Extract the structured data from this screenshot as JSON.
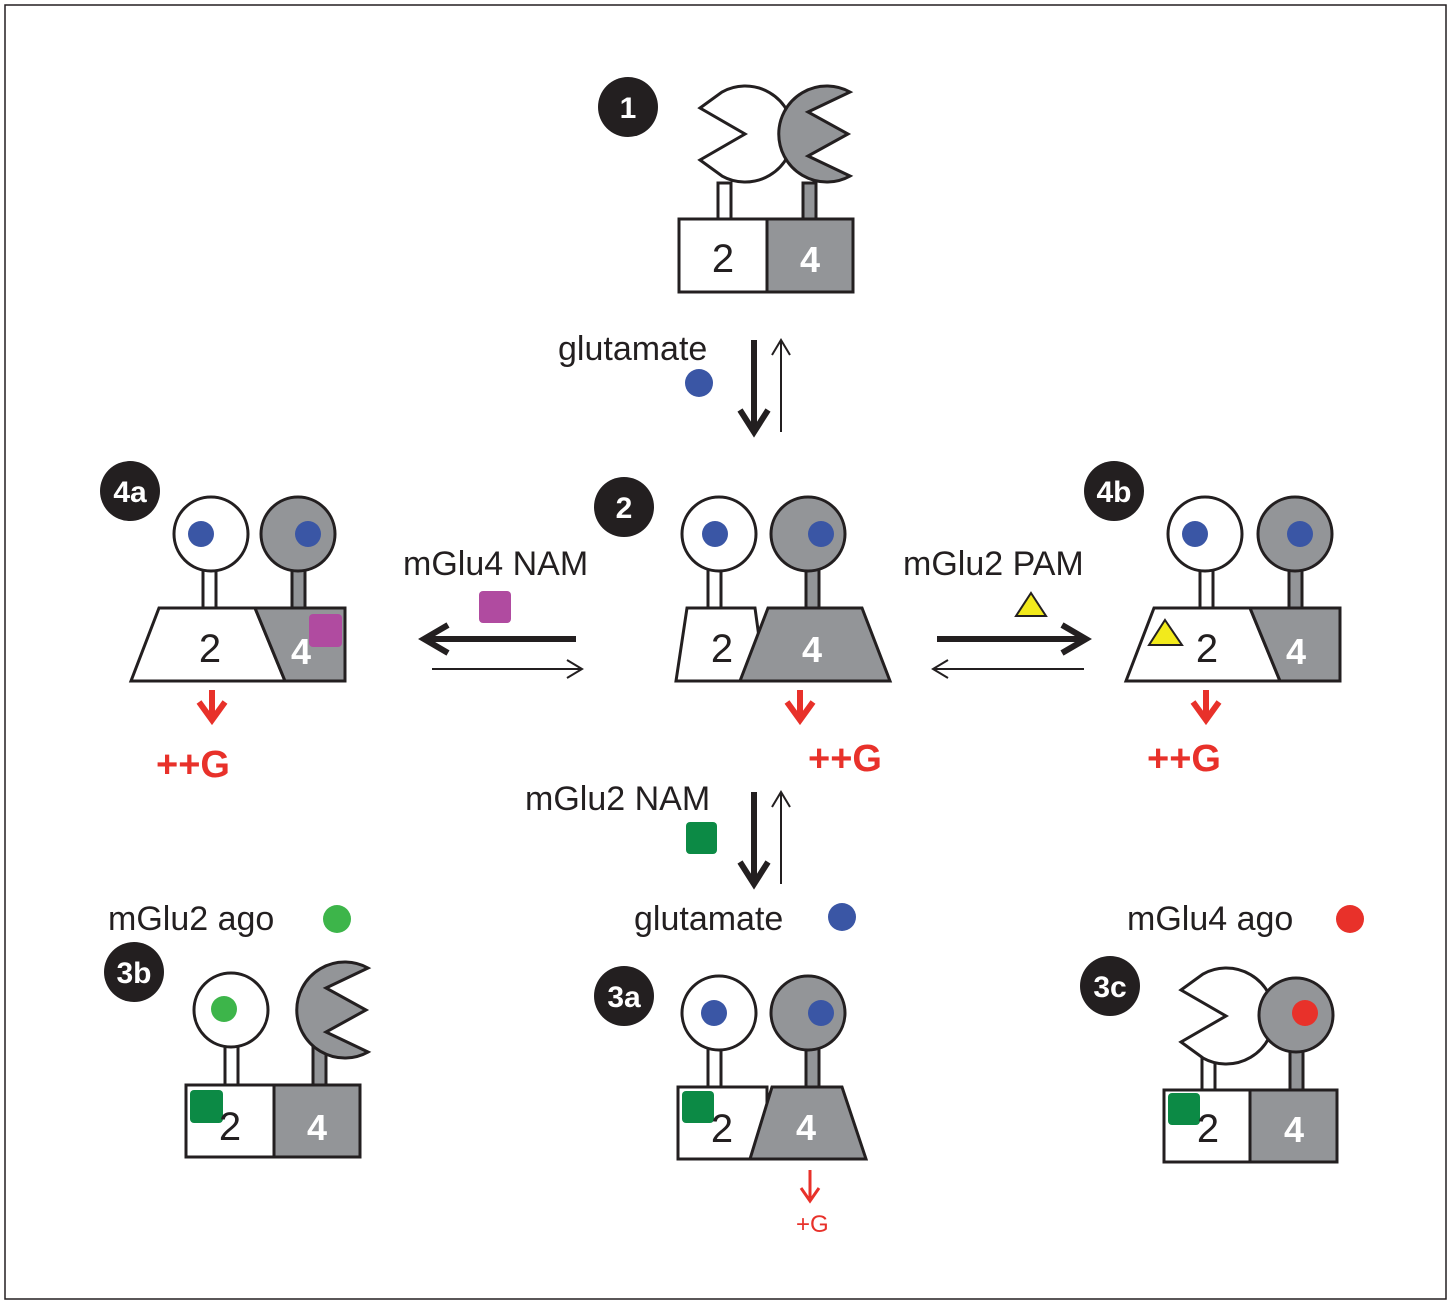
{
  "colors": {
    "glutamate": "#3a56a5",
    "mglu4_nam": "#b04ba0",
    "mglu2_pam": "#f2ea1c",
    "mglu2_nam": "#0c8a45",
    "mglu2_ago": "#3db54a",
    "mglu4_ago": "#e8312a",
    "subunit_grey": "#939598",
    "signal_red": "#e8312a",
    "badge": "#231f20"
  },
  "states": {
    "s1": {
      "badge": "1",
      "sub_a": "2",
      "sub_b": "4"
    },
    "s2": {
      "badge": "2",
      "sub_a": "2",
      "sub_b": "4",
      "output": "++G"
    },
    "s4a": {
      "badge": "4a",
      "sub_a": "2",
      "sub_b": "4",
      "output": "++G"
    },
    "s4b": {
      "badge": "4b",
      "sub_a": "2",
      "sub_b": "4",
      "output": "++G"
    },
    "s3a": {
      "badge": "3a",
      "sub_a": "2",
      "sub_b": "4",
      "output": "+G"
    },
    "s3b": {
      "badge": "3b",
      "sub_a": "2",
      "sub_b": "4"
    },
    "s3c": {
      "badge": "3c",
      "sub_a": "2",
      "sub_b": "4"
    }
  },
  "ligands": {
    "glutamate_top": "glutamate",
    "mglu4_nam": "mGlu4 NAM",
    "mglu2_pam": "mGlu2 PAM",
    "mglu2_nam": "mGlu2 NAM",
    "glutamate_bottom": "glutamate",
    "mglu2_ago": "mGlu2 ago",
    "mglu4_ago": "mGlu4 ago"
  },
  "icons": {
    "pacman_open": "venus-flytrap-open-icon",
    "closed_domain": "venus-flytrap-closed-icon",
    "glutamate": "blue-circle-icon",
    "nam4": "magenta-square-icon",
    "pam2": "yellow-triangle-icon",
    "nam2": "green-square-icon",
    "ago2": "green-circle-icon",
    "ago4": "red-circle-icon",
    "down_arrow": "red-down-arrow-icon",
    "equilibrium": "equilibrium-arrow-icon"
  }
}
